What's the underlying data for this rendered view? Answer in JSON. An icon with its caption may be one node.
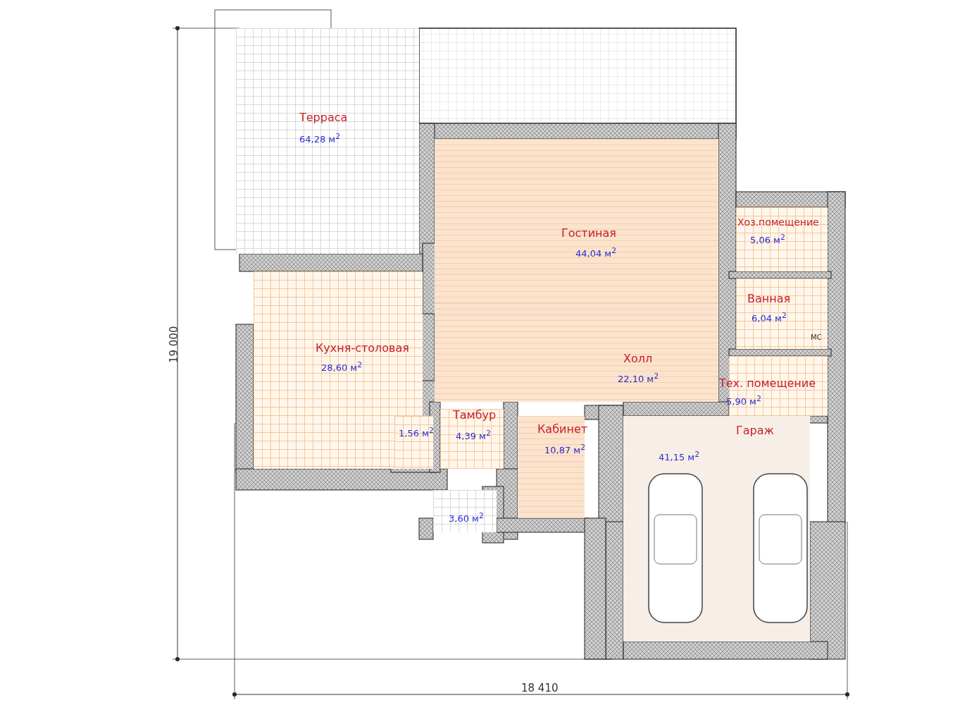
{
  "diagram": {
    "nodes": [
      {
        "text": [
          "Терраса",
          "64,28 м$^{2}$"
        ]
      },
      {
        "text": [
          "Гостиная",
          "44,04 м$^{2}$"
        ]
      },
      {
        "text": [
          "Хоз.помещение",
          "5,06 м$^{2}$"
        ]
      },
      {
        "text": [
          "Ванная",
          "6,04 м$^{2}$"
        ]
      },
      {
        "text": [
          "Кухня-столовая",
          "28,60 м$^{2}$"
        ]
      },
      {
        "text": [
          "Холл",
          "22,10 м$^{2}$"
        ]
      },
      {
        "text": [
          "Тех. помещение",
          "5,90 м$^{2}$"
        ]
      },
      {
        "text": [
          "1,56 м$^{2}$"
        ]
      },
      {
        "text": [
          "Тамбур",
          "4,39 м$^{2}$"
        ]
      },
      {
        "text": [
          "Кабинет",
          "10,87 м$^{2}$"
        ]
      },
      {
        "text": [
          "3,60 м$^{2}$"
        ]
      },
      {
        "text": [
          "Гараж",
          "41,15 м$^{2}$"
        ]
      }
    ],
    "labels": [
      "МС",
      "19 000",
      "18 410"
    ]
  }
}
